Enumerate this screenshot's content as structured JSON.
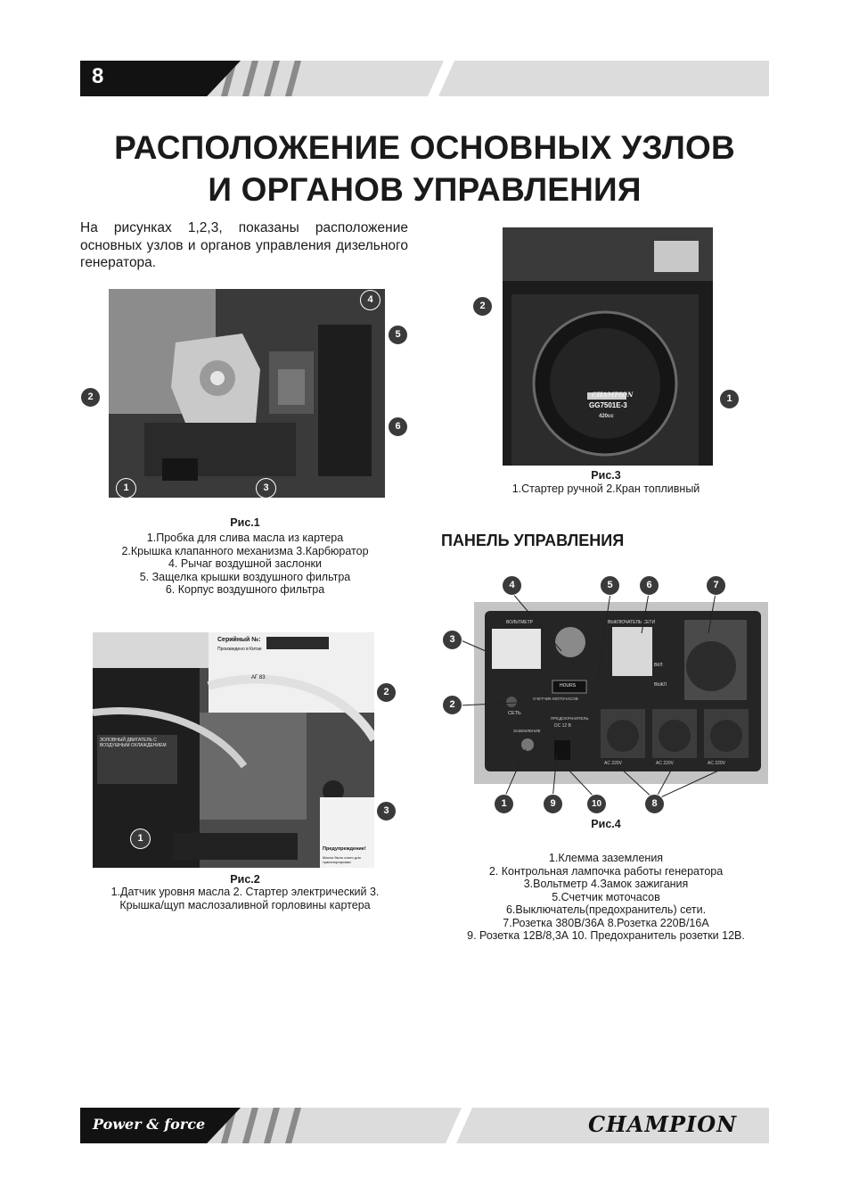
{
  "page_number": "8",
  "title_line1": "РАСПОЛОЖЕНИЕ ОСНОВНЫХ УЗЛОВ",
  "title_line2": "И ОРГАНОВ УПРАВЛЕНИЯ",
  "intro": "На рисунках 1,2,3, показаны расположение основных узлов и органов управления дизельного генератора.",
  "fig1": {
    "title": "Рис.1",
    "captions": [
      "1.Пробка для слива масла из картера",
      "2.Крышка клапанного механизма 3.Карбюратор",
      "4. Рычаг воздушной заслонки",
      "5. Защелка крышки воздушного фильтра",
      "6. Корпус воздушного фильтра"
    ],
    "markers": [
      "1",
      "2",
      "3",
      "4",
      "5",
      "6"
    ]
  },
  "fig2": {
    "title": "Рис.2",
    "captions": [
      "1.Датчик уровня масла 2. Стартер электрический 3.",
      "Крышка/щуп маслозаливной горловины картера"
    ],
    "markers": [
      "1",
      "2",
      "3"
    ],
    "photo_text": {
      "serial_label": "Серийный №:",
      "production_label": "Произведено в Китае",
      "gost": "АГ 83",
      "engine_label": "ЗОЛОВНЫЙ ДВИГАТЕЛЬ С ВОЗДУШНЫМ ОХЛАЖДЕНИЕМ",
      "warning": "Предупреждение!",
      "warning_sub": "Масло было слито для транспортировки"
    }
  },
  "fig3": {
    "title": "Рис.3",
    "caption": "1.Стартер ручной  2.Кран топливный",
    "markers": [
      "1",
      "2"
    ],
    "photo_text": {
      "logo": "CHAMPION",
      "model": "GG7501E-3",
      "displacement": "420cc"
    }
  },
  "panel_heading": "ПАНЕЛЬ УПРАВЛЕНИЯ",
  "fig4": {
    "title": "Рис.4",
    "captions": [
      "1.Клемма заземления",
      "2. Контрольная лампочка работы генератора",
      "3.Вольтметр 4.Замок зажигания",
      "5.Счетчик моточасов",
      "6.Выключатель(предохранитель) сети.",
      "7.Розетка 380В/36А  8.Розетка 220В/16А",
      "9. Розетка 12В/8,3А 10. Предохранитель розетки 12В."
    ],
    "markers": [
      "1",
      "2",
      "3",
      "4",
      "5",
      "6",
      "7",
      "8",
      "9",
      "10"
    ],
    "photo_text": {
      "voltmeter": "ВОЛЬТМЕТР",
      "switch": "ВЫКЛЮЧАТЕЛЬ СЕТИ",
      "lamp": "СЕТЬ",
      "ground": "ЗАЗЕМЛЕНИЕ",
      "hours": "HOURS",
      "hours_label": "СЧЕТЧИК МОТОЧАСОВ",
      "fuse": "ПРЕДОХРАНИТЕЛЬ",
      "dc": "DC 12 В",
      "ac1": "AC 220V",
      "ac2": "AC 220V",
      "ac3": "AC 220V",
      "off": "ВЫКЛ",
      "on": "ВКЛ"
    }
  },
  "footer": {
    "slogan": "Power & force",
    "brand": "CHAMPION"
  }
}
